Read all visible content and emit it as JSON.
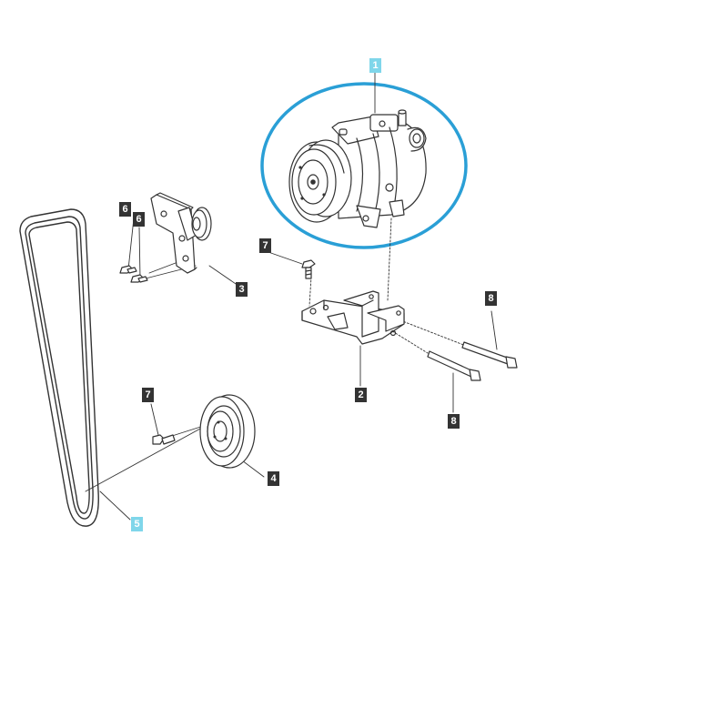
{
  "diagram": {
    "callouts": [
      {
        "id": "c1",
        "label": "1",
        "highlighted": true,
        "part": "compressor"
      },
      {
        "id": "c2",
        "label": "2",
        "highlighted": false,
        "part": "compressor-bracket"
      },
      {
        "id": "c3",
        "label": "3",
        "highlighted": false,
        "part": "tensioner-bracket"
      },
      {
        "id": "c4",
        "label": "4",
        "highlighted": false,
        "part": "pulley"
      },
      {
        "id": "c5",
        "label": "5",
        "highlighted": true,
        "part": "drive-belt"
      },
      {
        "id": "c6a",
        "label": "6",
        "highlighted": false,
        "part": "bolt"
      },
      {
        "id": "c6b",
        "label": "6",
        "highlighted": false,
        "part": "bolt"
      },
      {
        "id": "c7a",
        "label": "7",
        "highlighted": false,
        "part": "screw"
      },
      {
        "id": "c7b",
        "label": "7",
        "highlighted": false,
        "part": "screw"
      },
      {
        "id": "c8a",
        "label": "8",
        "highlighted": false,
        "part": "long-bolt"
      },
      {
        "id": "c8b",
        "label": "8",
        "highlighted": false,
        "part": "long-bolt"
      }
    ],
    "colors": {
      "highlight_ring": "#2a9fd6",
      "callout_dark": "#333333",
      "callout_highlight": "#7fd6ea",
      "line": "#333333"
    }
  }
}
